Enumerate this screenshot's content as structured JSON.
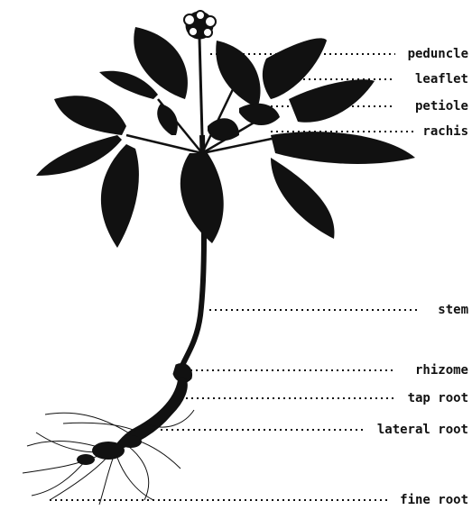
{
  "labels": [
    {
      "id": "peduncle",
      "text": "peduncle"
    },
    {
      "id": "leaflet",
      "text": "leaflet"
    },
    {
      "id": "petiole",
      "text": "petiole"
    },
    {
      "id": "rachis",
      "text": "rachis"
    },
    {
      "id": "stem",
      "text": "stem"
    },
    {
      "id": "rhizome",
      "text": "rhizome"
    },
    {
      "id": "tap-root",
      "text": "tap root"
    },
    {
      "id": "lateral-root",
      "text": "lateral root"
    },
    {
      "id": "fine-root",
      "text": "fine root"
    }
  ],
  "colors": {
    "ink": "#111111",
    "background": "#ffffff"
  }
}
